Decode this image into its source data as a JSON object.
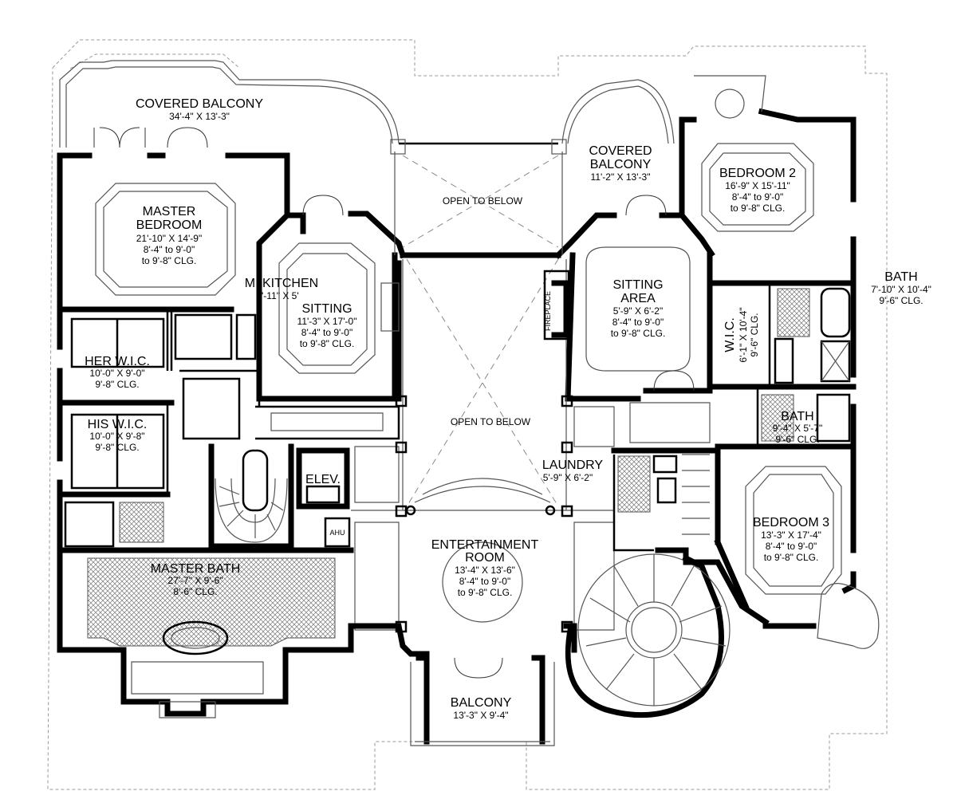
{
  "rooms": {
    "covered_balcony_left": {
      "name": "COVERED BALCONY",
      "dims": "34'-4\" X 13'-3\""
    },
    "master_bedroom": {
      "name1": "MASTER",
      "name2": "BEDROOM",
      "dims": "21'-10\" X 14'-9\"",
      "clg1": "8'-4\" to 9'-0\"",
      "clg2": "to 9'-8\" CLG."
    },
    "m_kitchen": {
      "name": "M. KITCHEN",
      "dims": "8'-11\" X 5'"
    },
    "sitting": {
      "name": "SITTING",
      "dims": "11'-3\" X 17'-0\"",
      "clg1": "8'-4\" to 9'-0\"",
      "clg2": "to 9'-8\" CLG."
    },
    "her_wic": {
      "name": "HER W.I.C.",
      "dims": "10'-0\" X 9'-0\"",
      "clg": "9'-8\" CLG."
    },
    "his_wic": {
      "name": "HIS W.I.C.",
      "dims": "10'-0\" X 9'-8\"",
      "clg": "9'-8\" CLG."
    },
    "elev": {
      "name": "ELEV."
    },
    "master_bath": {
      "name": "MASTER BATH",
      "dims": "27'-7\" X 9'-6\"",
      "clg": "8'-6\" CLG."
    },
    "open_to_below_top": {
      "name": "OPEN TO BELOW"
    },
    "open_to_below_mid": {
      "name": "OPEN TO BELOW"
    },
    "entertainment_room": {
      "name1": "ENTERTAINMENT",
      "name2": "ROOM",
      "dims": "13'-4\" X 13'-6\"",
      "clg1": "8'-4\" to 9'-0\"",
      "clg2": "to 9'-8\" CLG."
    },
    "balcony": {
      "name": "BALCONY",
      "dims": "13'-3\" X 9'-4\""
    },
    "covered_balcony_right": {
      "name1": "COVERED",
      "name2": "BALCONY",
      "dims": "11'-2\" X 13'-3\""
    },
    "bedroom2": {
      "name": "BEDROOM 2",
      "dims": "16'-9\" X 15'-11\"",
      "clg1": "8'-4\" to 9'-0\"",
      "clg2": "to 9'-8\" CLG."
    },
    "sitting_area": {
      "name1": "SITTING",
      "name2": "AREA",
      "dims": "5'-9\" X 6'-2\"",
      "clg1": "8'-4\" to 9'-0\"",
      "clg2": "to 9'-8\" CLG."
    },
    "wic": {
      "name": "W.I.C.",
      "dims": "6'-1\" X 10'-4\"",
      "clg": "9'-6\" CLG."
    },
    "bath_top": {
      "name": "BATH",
      "dims": "7'-10\" X 10'-4\"",
      "clg": "9'-6\" CLG."
    },
    "bath_mid": {
      "name": "BATH",
      "dims": "9'-4\" X 5'-7\"",
      "clg": "9'-6\" CLG."
    },
    "laundry": {
      "name": "LAUNDRY",
      "dims": "5'-9\" X 6'-2\""
    },
    "bedroom3": {
      "name": "BEDROOM 3",
      "dims": "13'-3\" X 17'-4\"",
      "clg1": "8'-4\" to 9'-0\"",
      "clg2": "to 9'-8\" CLG."
    }
  },
  "fixtures": {
    "fireplace": "FIREPLACE",
    "ahu": "AHU"
  }
}
